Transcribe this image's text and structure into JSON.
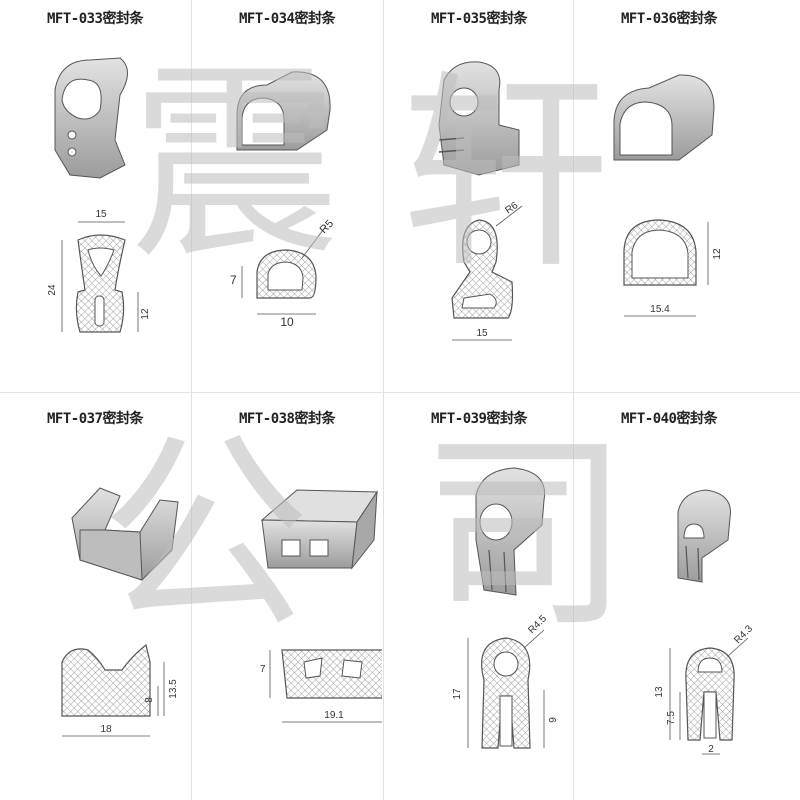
{
  "watermark": {
    "chars": [
      "震",
      "轩",
      "公",
      "司"
    ]
  },
  "colors": {
    "profile_fill": "#d9d9d9",
    "profile_stroke": "#555555",
    "hatch": "#8a8a8a",
    "render": "#cfcfcf"
  },
  "products": [
    {
      "model": "MFT-033密封条",
      "dims": [
        "15",
        "24",
        "12"
      ]
    },
    {
      "model": "MFT-034密封条",
      "dims": [
        "R5",
        "7",
        "10"
      ]
    },
    {
      "model": "MFT-035密封条",
      "dims": [
        "R6",
        "15"
      ]
    },
    {
      "model": "MFT-036密封条",
      "dims": [
        "12",
        "15.4"
      ]
    },
    {
      "model": "MFT-037密封条",
      "dims": [
        "13.5",
        "8",
        "18"
      ]
    },
    {
      "model": "MFT-038密封条",
      "dims": [
        "7",
        "19.1"
      ]
    },
    {
      "model": "MFT-039密封条",
      "dims": [
        "R4.5",
        "17",
        "9"
      ]
    },
    {
      "model": "MFT-040密封条",
      "dims": [
        "R4.3",
        "13",
        "7.5",
        "2"
      ]
    }
  ]
}
